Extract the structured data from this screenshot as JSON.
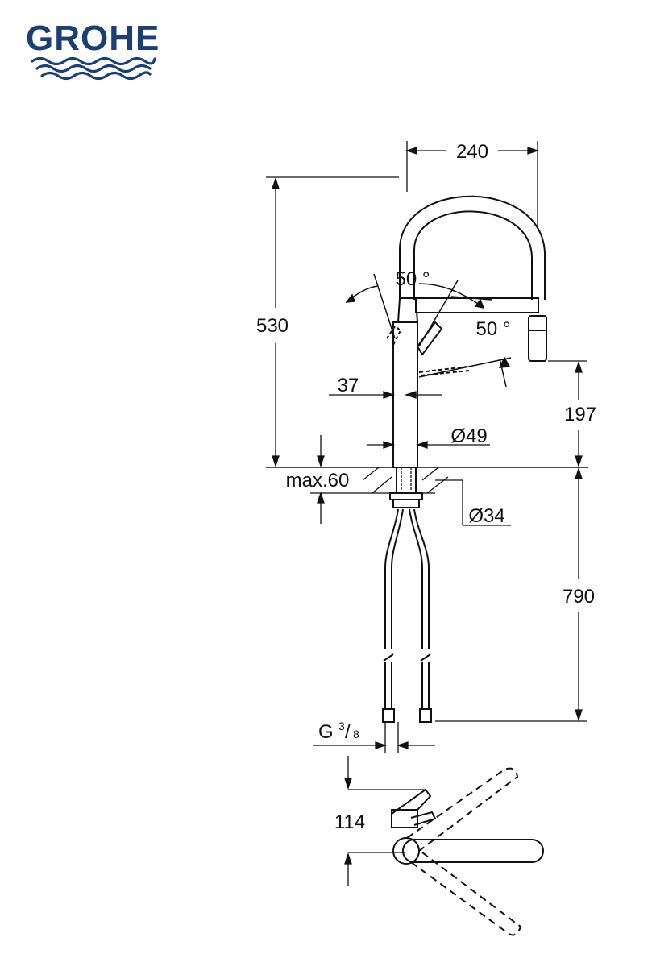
{
  "brand": {
    "name": "GROHE",
    "color": "#1b3f73"
  },
  "dimensions": {
    "width_top": "240",
    "height_total": "530",
    "height_to_spout": "197",
    "swivel_angle_1": "50 °",
    "swivel_angle_2": "50 °",
    "lever_offset": "37",
    "body_diameter": "Ø49",
    "max_deck_thickness": "max.60",
    "hole_diameter": "Ø34",
    "hose_length": "790",
    "connection_thread_letter": "G",
    "connection_thread_num": "3",
    "connection_thread_den": "8",
    "plan_offset": "114"
  },
  "colors": {
    "line": "#111111",
    "background": "#ffffff"
  }
}
